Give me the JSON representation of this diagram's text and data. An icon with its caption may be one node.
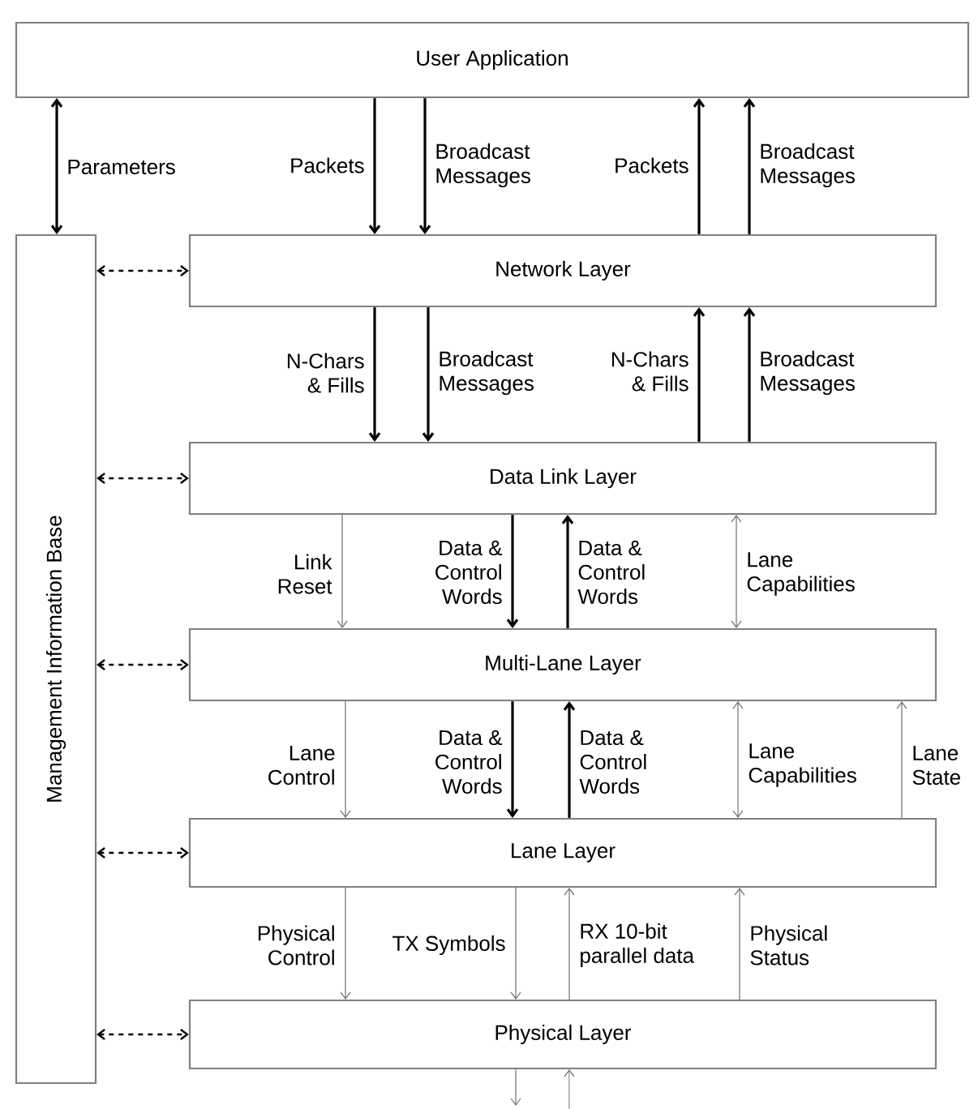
{
  "diagram": {
    "nodes": [
      {
        "text": [
          "User Application"
        ]
      },
      {
        "text": [
          "Management Information Base"
        ]
      },
      {
        "text": [
          "Network Layer"
        ]
      },
      {
        "text": [
          "Data Link Layer"
        ]
      },
      {
        "text": [
          "Multi-Lane Layer"
        ]
      },
      {
        "text": [
          "Lane Layer"
        ]
      },
      {
        "text": [
          "Physical Layer"
        ]
      }
    ],
    "edges": [
      {
        "from": 0,
        "to": 1,
        "arrow": "both",
        "label": "Parameters"
      },
      {
        "from": 0,
        "to": 2,
        "arrow": "to",
        "label": "Packets"
      },
      {
        "from": 0,
        "to": 2,
        "arrow": "to",
        "label": "Broadcast Messages"
      },
      {
        "from": 2,
        "to": 0,
        "arrow": "to",
        "label": "Packets"
      },
      {
        "from": 2,
        "to": 0,
        "arrow": "to",
        "label": "Broadcast Messages"
      },
      {
        "from": 1,
        "to": 2,
        "arrow": "both",
        "style": "dashed"
      },
      {
        "from": 2,
        "to": 3,
        "arrow": "to",
        "label": "N-Chars & Fills"
      },
      {
        "from": 2,
        "to": 3,
        "arrow": "to",
        "label": "Broadcast Messages"
      },
      {
        "from": 3,
        "to": 2,
        "arrow": "to",
        "label": "N-Chars & Fills"
      },
      {
        "from": 3,
        "to": 2,
        "arrow": "to",
        "label": "Broadcast Messages"
      },
      {
        "from": 1,
        "to": 3,
        "arrow": "both",
        "style": "dashed"
      },
      {
        "from": 3,
        "to": 4,
        "arrow": "to",
        "label": "Link Reset",
        "color": "#707070"
      },
      {
        "from": 3,
        "to": 4,
        "arrow": "to",
        "label": "Data & Control Words"
      },
      {
        "from": 4,
        "to": 3,
        "arrow": "to",
        "label": "Data & Control Words"
      },
      {
        "from": 3,
        "to": 4,
        "arrow": "both",
        "label": "Lane Capabilities",
        "color": "#707070"
      },
      {
        "from": 1,
        "to": 4,
        "arrow": "both",
        "style": "dashed"
      },
      {
        "from": 4,
        "to": 5,
        "arrow": "to",
        "label": "Lane Control",
        "color": "#707070"
      },
      {
        "from": 4,
        "to": 5,
        "arrow": "to",
        "label": "Data & Control Words"
      },
      {
        "from": 5,
        "to": 4,
        "arrow": "to",
        "label": "Data & Control Words"
      },
      {
        "from": 4,
        "to": 5,
        "arrow": "both",
        "label": "Lane Capabilities",
        "color": "#707070"
      },
      {
        "from": 5,
        "to": 4,
        "arrow": "to",
        "label": "Lane State",
        "color": "#707070"
      },
      {
        "from": 1,
        "to": 5,
        "arrow": "both",
        "style": "dashed"
      },
      {
        "from": 5,
        "to": 6,
        "arrow": "to",
        "label": "Physical Control",
        "color": "#707070"
      },
      {
        "from": 5,
        "to": 6,
        "arrow": "to",
        "label": "TX Symbols",
        "color": "#707070"
      },
      {
        "from": 6,
        "to": 5,
        "arrow": "to",
        "label": "RX 10-bit parallel data",
        "color": "#707070"
      },
      {
        "from": 6,
        "to": 5,
        "arrow": "to",
        "label": "Physical Status",
        "color": "#707070"
      },
      {
        "from": 1,
        "to": 6,
        "arrow": "both",
        "style": "dashed"
      },
      {
        "from": 6,
        "to": null,
        "arrow": "to",
        "color": "#707070"
      },
      {
        "from": null,
        "to": 6,
        "arrow": "to",
        "color": "#707070"
      }
    ]
  }
}
